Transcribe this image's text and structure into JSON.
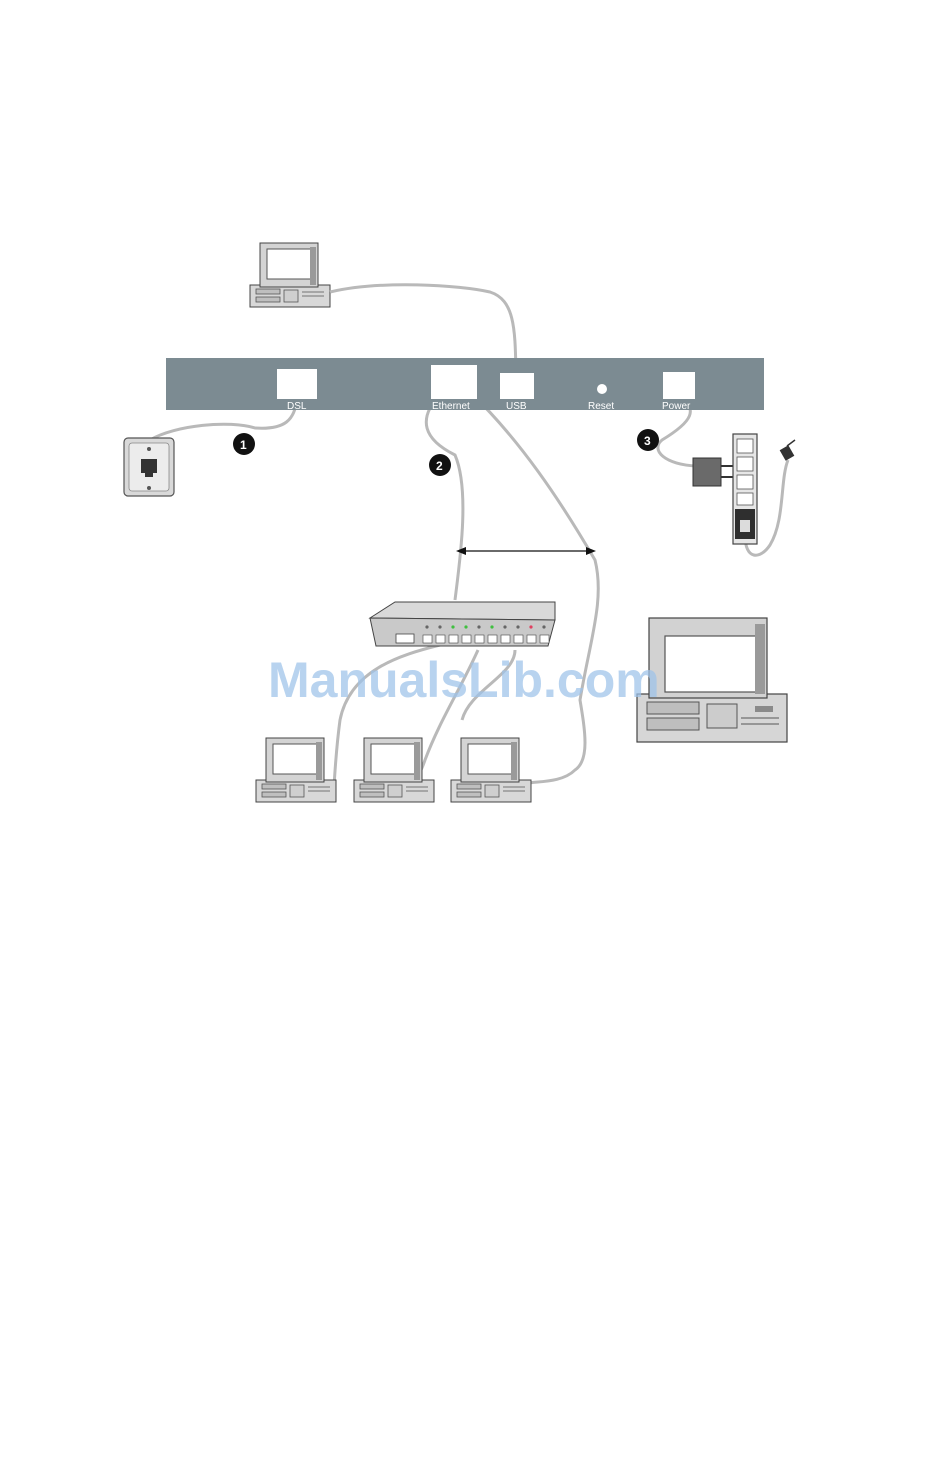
{
  "router": {
    "ports": {
      "dsl": "DSL",
      "ethernet": "Ethernet",
      "usb": "USB",
      "reset": "Reset",
      "power": "Power"
    }
  },
  "callouts": {
    "step1": "1",
    "step2": "2",
    "step3": "3"
  },
  "watermark": "ManualsLib.com",
  "colors": {
    "router_panel": "#7c8b92",
    "cable": "#b9b9b9",
    "watermark": "#9ec3ea"
  }
}
